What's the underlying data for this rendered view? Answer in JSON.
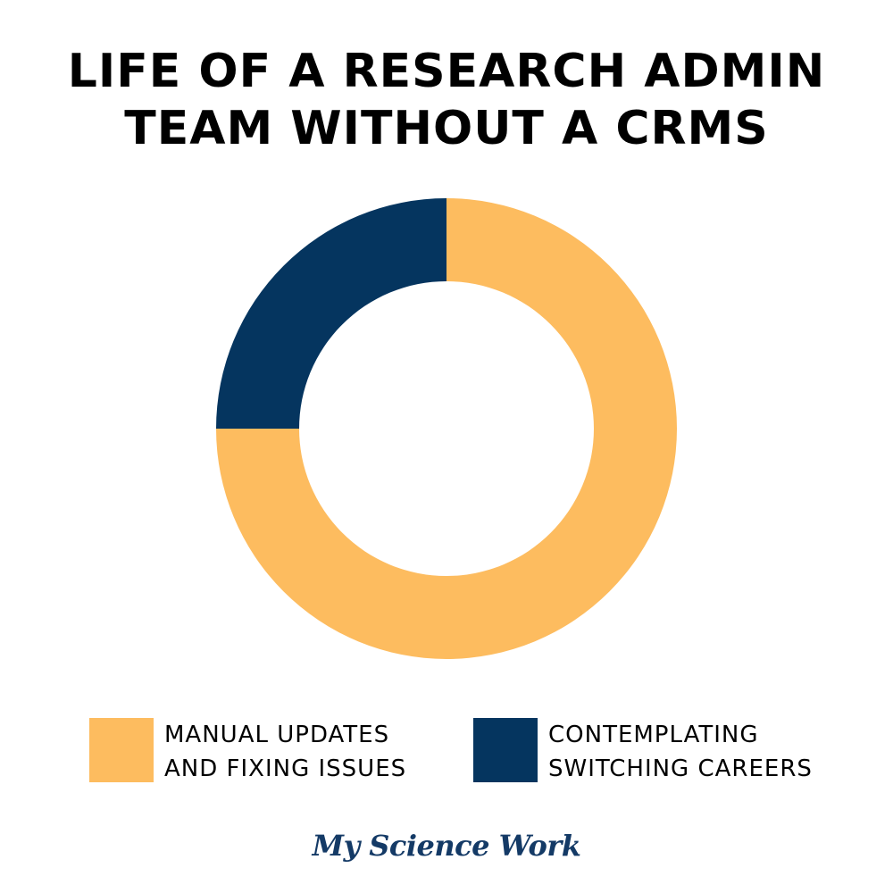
{
  "title": {
    "line1": "LIFE OF A RESEARCH ADMIN",
    "line2": "TEAM WITHOUT A CRMS"
  },
  "chart_data": {
    "type": "pie",
    "style": "donut",
    "title": "LIFE OF A RESEARCH ADMIN TEAM WITHOUT A CRMS",
    "categories": [
      "MANUAL UPDATES AND FIXING ISSUES",
      "CONTEMPLATING SWITCHING CAREERS"
    ],
    "values": [
      75,
      25
    ],
    "unit": "%",
    "colors": [
      "#FDBC5F",
      "#05355F"
    ],
    "start_angle": "12 o'clock, clockwise",
    "legend_position": "bottom"
  },
  "legend": {
    "items": [
      {
        "line1": "MANUAL UPDATES",
        "line2": "AND FIXING ISSUES",
        "color": "#FDBC5F"
      },
      {
        "line1": "CONTEMPLATING",
        "line2": "SWITCHING CAREERS",
        "color": "#05355F"
      }
    ]
  },
  "brand": {
    "name": "My Science Work",
    "color": "#143A66"
  }
}
